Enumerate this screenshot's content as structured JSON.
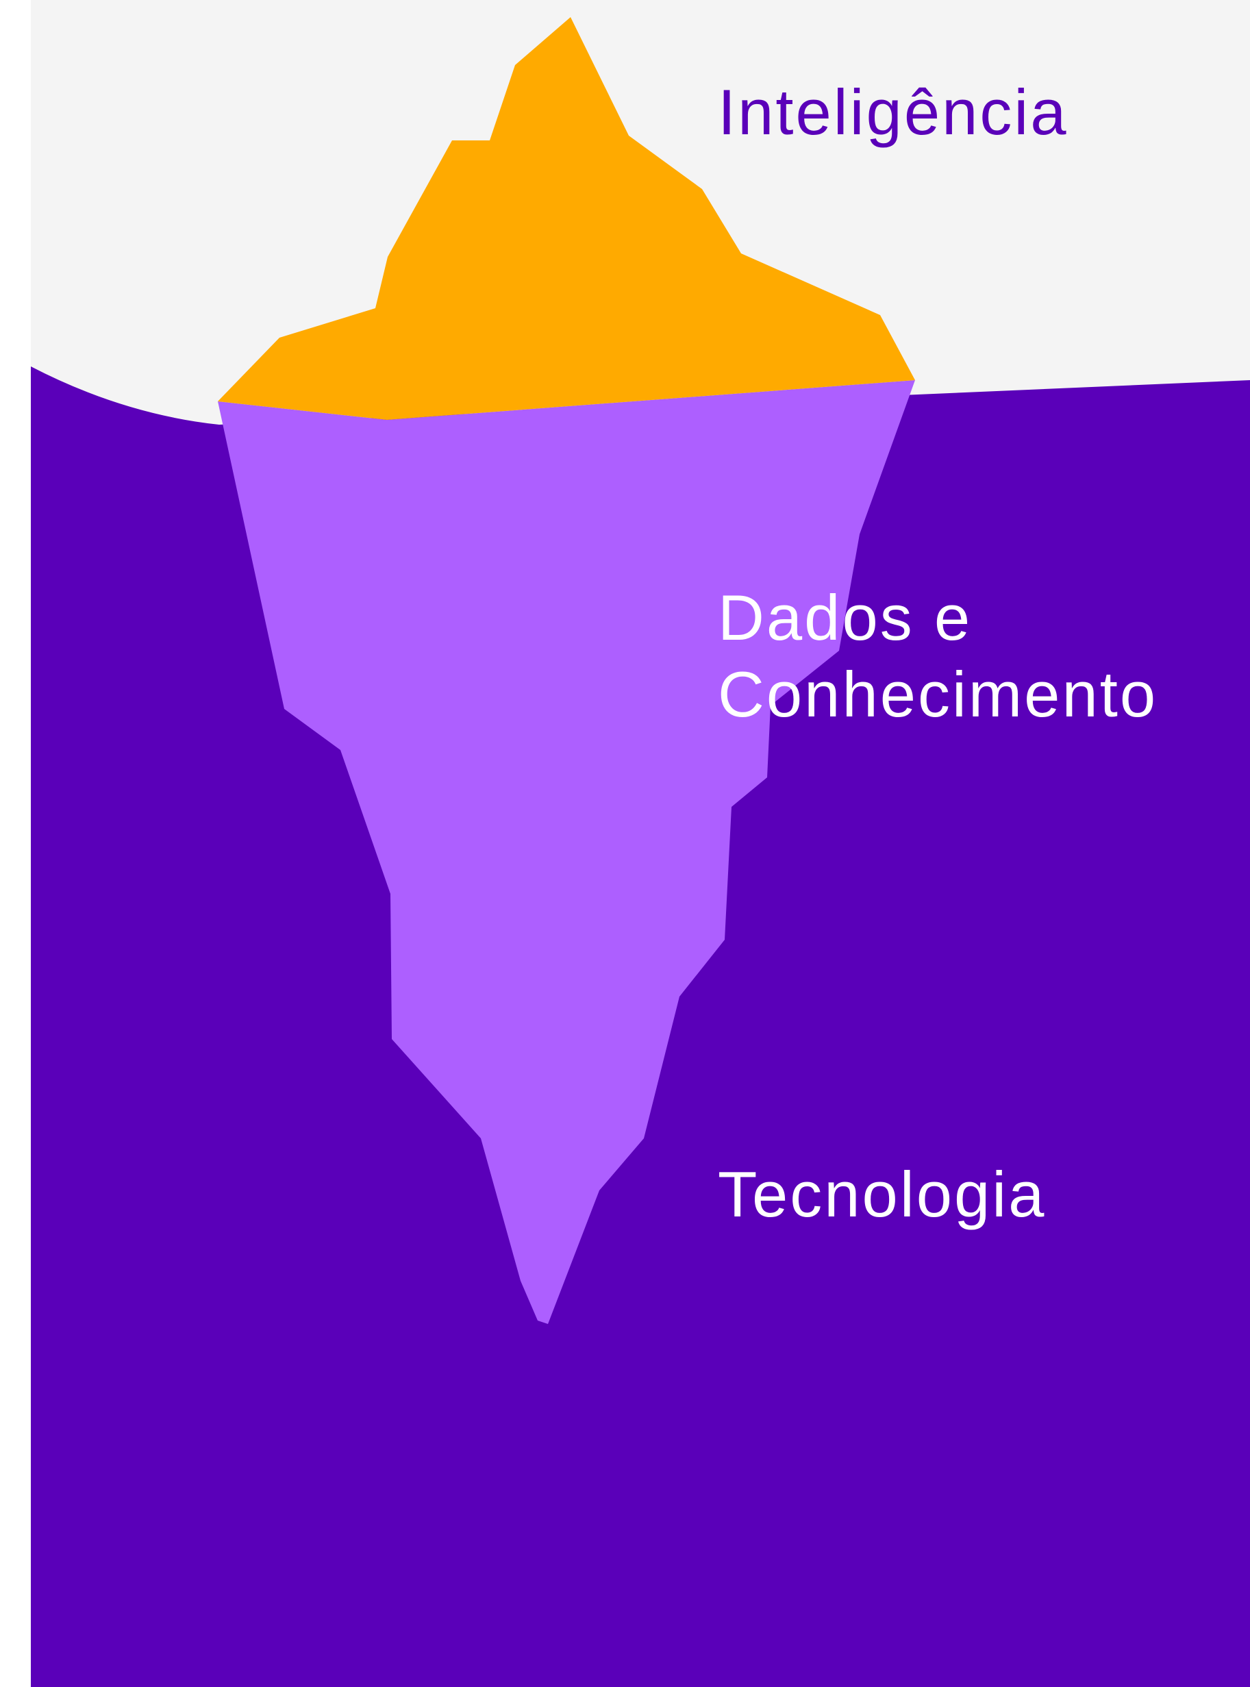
{
  "colors": {
    "page": "#ffffff",
    "sky": "#f4f4f4",
    "water": "#5a00b9",
    "iceberg_tip": "#ffaa00",
    "iceberg_underwater": "#ad5fff",
    "label_above_water": "#5a00b9",
    "label_below_water": "#ffffff"
  },
  "layers": [
    {
      "label": "Inteligência",
      "icon": "iceberg-tip"
    },
    {
      "label": "Dados e\nConhecimento",
      "icon": "iceberg-underwater"
    },
    {
      "label": "Tecnologia",
      "icon": "iceberg-base"
    }
  ]
}
